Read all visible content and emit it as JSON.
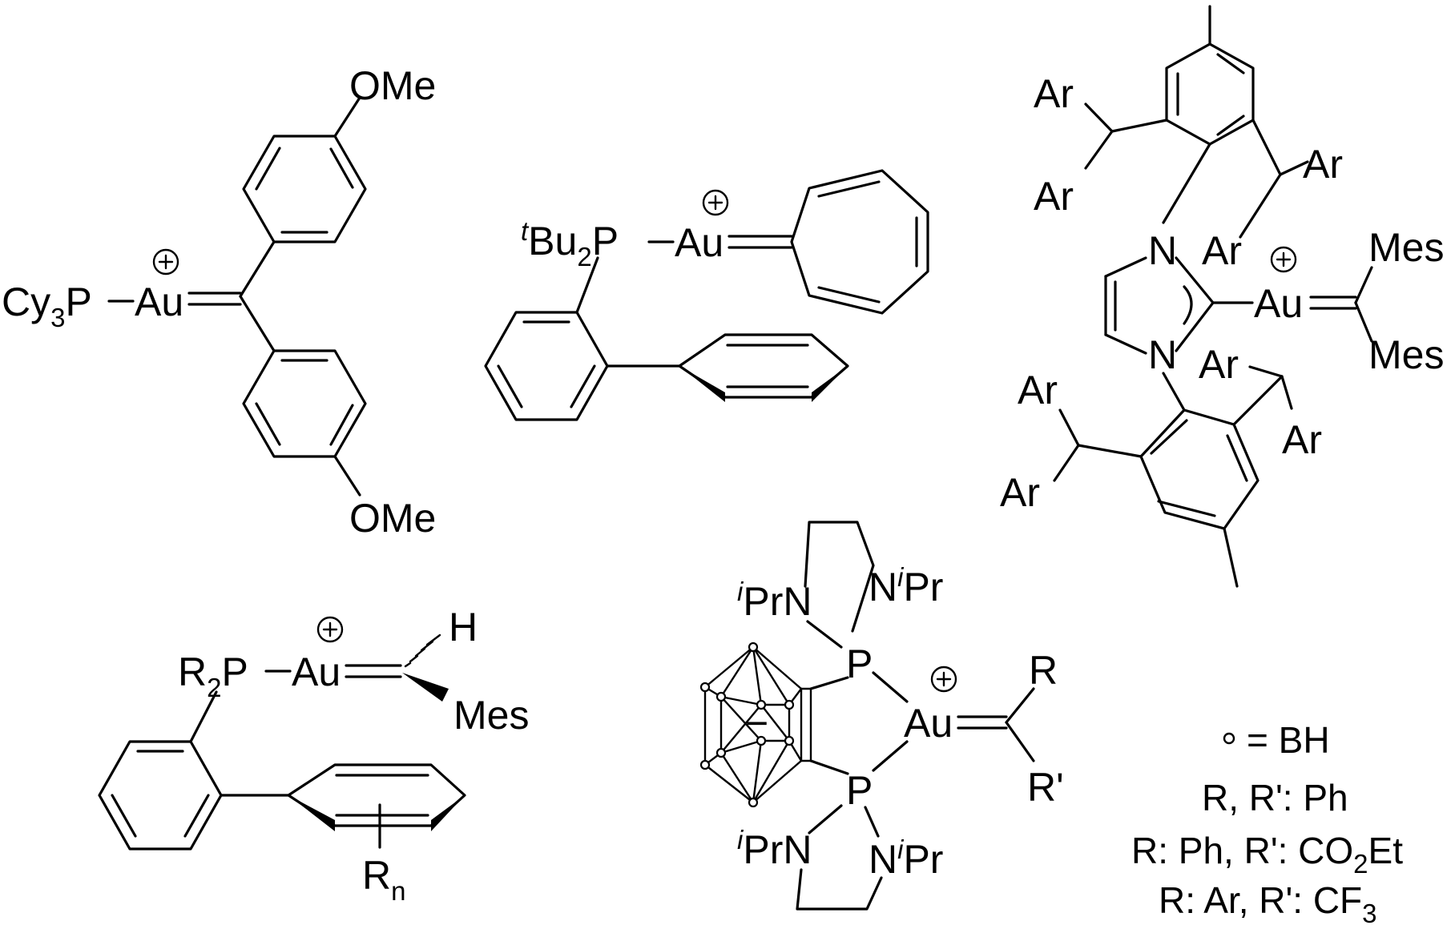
{
  "colors": {
    "ink": "#000000",
    "background": "#ffffff"
  },
  "structures": {
    "s1": {
      "ome_top": "OMe",
      "ome_bottom": "OMe",
      "cy_main": "Cy",
      "cy_sub": "3",
      "p_label": "P",
      "au_label": "Au",
      "charge": "+"
    },
    "s2": {
      "tbu_sup": "t",
      "tbu_main": "Bu",
      "tbu_sub": "2",
      "p_label": "P",
      "au_label": "Au",
      "charge": "+"
    },
    "s3": {
      "ar_labels": [
        "Ar",
        "Ar",
        "Ar",
        "Ar",
        "Ar",
        "Ar",
        "Ar",
        "Ar"
      ],
      "n_labels": [
        "N",
        "N"
      ],
      "au_label": "Au",
      "mes_top": "Mes",
      "mes_bottom": "Mes",
      "charge": "+"
    },
    "s4": {
      "r_main": "R",
      "r_sub": "2",
      "p_label": "P",
      "au_label": "Au",
      "h_label": "H",
      "mes_label": "Mes",
      "rn_main": "R",
      "rn_sub": "n",
      "charge": "+"
    },
    "s5": {
      "ipr_sup": "i",
      "ipr_main": "Pr",
      "n_label": "N",
      "p_label": "P",
      "au_label": "Au",
      "r_label": "R",
      "rprime_label": "R'",
      "cage_charge": "−",
      "charge": "+"
    }
  },
  "legend": {
    "bh_symbol": "∘",
    "bh_text": "= BH",
    "line1": "R, R': Ph",
    "line2_pre": "R: Ph, R': CO",
    "line2_sub": "2",
    "line2_post": "Et",
    "line3_pre": "R: Ar, R': CF",
    "line3_sub": "3"
  }
}
